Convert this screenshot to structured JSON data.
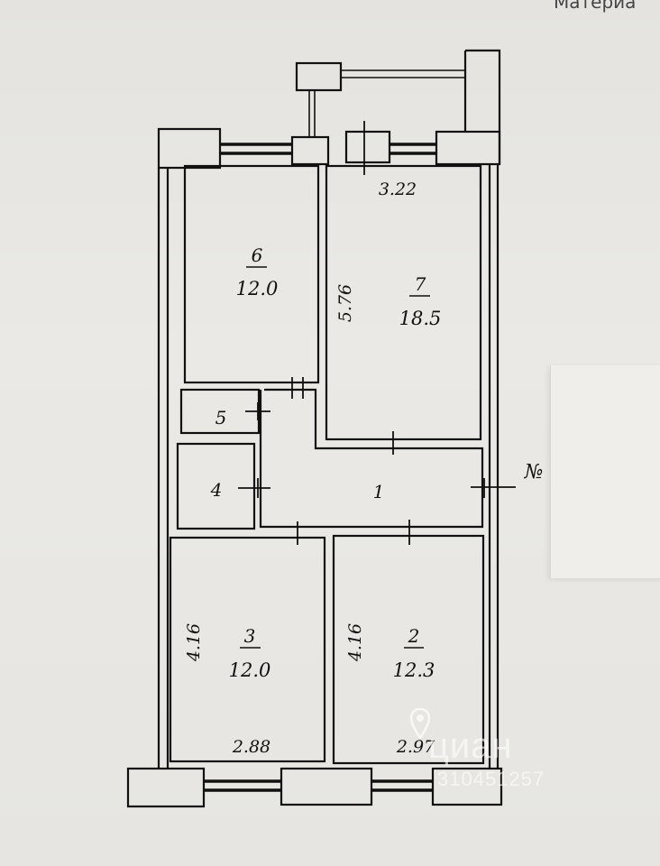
{
  "header_snippet": "Материа",
  "rooms": [
    {
      "number": "1",
      "area": ""
    },
    {
      "number": "2",
      "area": "12.3"
    },
    {
      "number": "3",
      "area": "12.0"
    },
    {
      "number": "4",
      "area": ""
    },
    {
      "number": "5",
      "area": ""
    },
    {
      "number": "6",
      "area": "12.0"
    },
    {
      "number": "7",
      "area": "18.5"
    }
  ],
  "dimensions": {
    "room7_width": "3.22",
    "room7_depth": "5.76",
    "room3_depth": "4.16",
    "room3_width": "2.88",
    "room2_depth": "4.16",
    "room2_width": "2.97"
  },
  "entrance_mark": "№",
  "watermark": {
    "brand": "циан",
    "id": "310451257"
  },
  "colors": {
    "ink": "#111111",
    "paper": "#e8e7e3"
  }
}
